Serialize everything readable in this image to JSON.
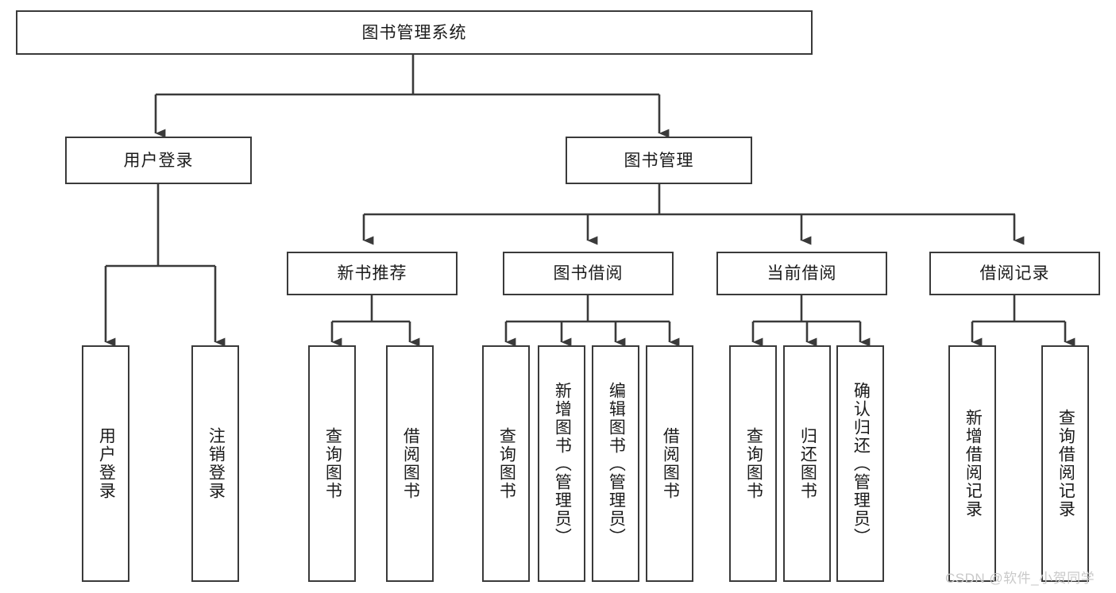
{
  "diagram": {
    "title": "图书管理系统",
    "type": "hierarchy-tree",
    "colors": {
      "stroke": "#3a3a3a",
      "box_fill": "#ffffff",
      "text": "#1b1b1b",
      "watermark": "#c9c9c9",
      "background": "#ffffff"
    },
    "levels": [
      {
        "level": 0,
        "nodes": [
          "图书管理系统"
        ]
      },
      {
        "level": 1,
        "nodes": [
          "用户登录",
          "图书管理"
        ]
      },
      {
        "level": 2,
        "nodes": [
          "新书推荐",
          "图书借阅",
          "当前借阅",
          "借阅记录"
        ]
      },
      {
        "level": 3,
        "nodes": [
          "用户登录",
          "注销登录",
          "查询图书",
          "借阅图书",
          "查询图书",
          "新增图书（管理员）",
          "编辑图书（管理员）",
          "借阅图书",
          "查询图书",
          "归还图书",
          "确认归还（管理员）",
          "新增借阅记录",
          "查询借阅记录"
        ]
      }
    ],
    "root": {
      "label": "图书管理系统"
    },
    "level1": [
      {
        "label": "用户登录"
      },
      {
        "label": "图书管理"
      }
    ],
    "level2": [
      {
        "label": "新书推荐"
      },
      {
        "label": "图书借阅"
      },
      {
        "label": "当前借阅"
      },
      {
        "label": "借阅记录"
      }
    ],
    "leaves": {
      "user_login": [
        {
          "label": "用户登录"
        },
        {
          "label": "注销登录"
        }
      ],
      "new_book_recommend": [
        {
          "label": "查询图书"
        },
        {
          "label": "借阅图书"
        }
      ],
      "book_borrow": [
        {
          "label": "查询图书"
        },
        {
          "label": "新增图书（管理员）"
        },
        {
          "label": "编辑图书（管理员）"
        },
        {
          "label": "借阅图书"
        }
      ],
      "current_borrow": [
        {
          "label": "查询图书"
        },
        {
          "label": "归还图书"
        },
        {
          "label": "确认归还（管理员）"
        }
      ],
      "borrow_record": [
        {
          "label": "新增借阅记录"
        },
        {
          "label": "查询借阅记录"
        }
      ]
    },
    "watermark": "CSDN @软件_小贺同学"
  }
}
